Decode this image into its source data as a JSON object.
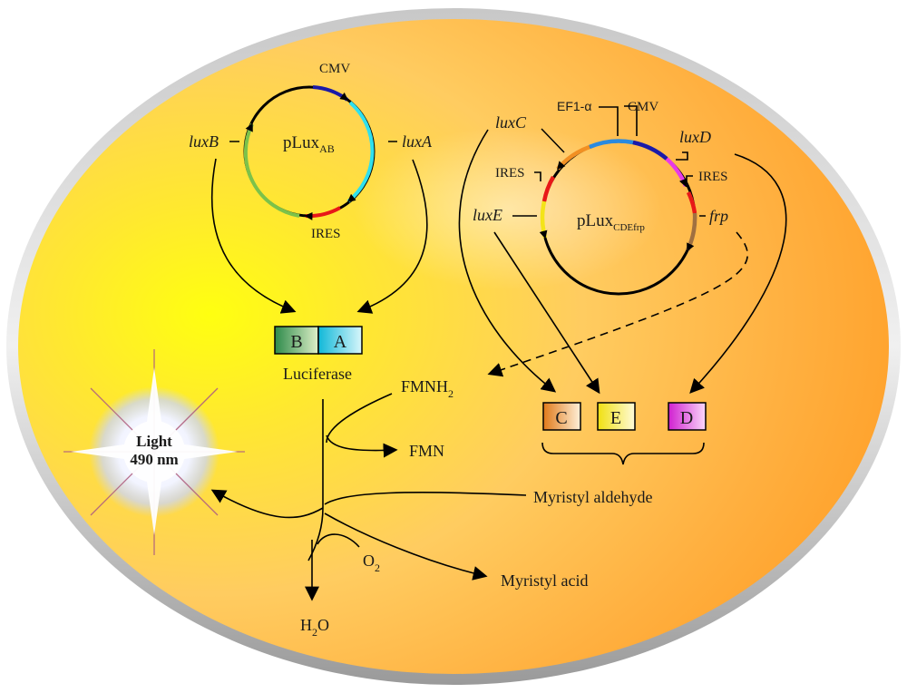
{
  "plasmid_ab": {
    "name": "pLux",
    "sub": "AB",
    "cmv": "CMV",
    "ires": "IRES",
    "luxB": "luxB",
    "luxA": "luxA"
  },
  "plasmid_cde": {
    "name": "pLux",
    "sub": "CDEfrp",
    "ef1": "EF1-α",
    "cmv": "CMV",
    "ires_left": "IRES",
    "ires_right": "IRES",
    "luxC": "luxC",
    "luxD": "luxD",
    "luxE": "luxE",
    "frp": "frp"
  },
  "luciferase": {
    "box_b": "B",
    "box_a": "A",
    "label": "Luciferase"
  },
  "enzymes": {
    "box_c": "C",
    "box_e": "E",
    "box_d": "D"
  },
  "reaction": {
    "fmnh2": "FMNH",
    "fmnh2_sub": "2",
    "fmn": "FMN",
    "myristyl_aldehyde": "Myristyl aldehyde",
    "myristyl_acid": "Myristyl acid",
    "o2": "O",
    "o2_sub": "2",
    "h2o_h": "H",
    "h2o_sub": "2",
    "h2o_o": "O"
  },
  "light": {
    "line1": "Light",
    "line2": "490 nm"
  },
  "colors": {
    "cell_border": "#8a8a8a",
    "cmv_blue": "#1a1aa8",
    "cyan": "#2ee0ee",
    "red": "#e81818",
    "green": "#7cc24a",
    "orange": "#f29022",
    "yellow": "#f4e418",
    "magenta": "#e83ae8",
    "brown": "#a07040",
    "ef1_blue": "#2a8adf"
  }
}
